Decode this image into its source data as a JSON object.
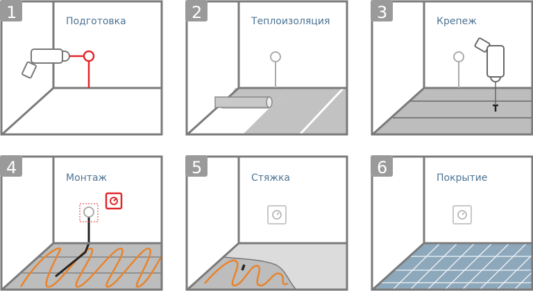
{
  "steps": [
    {
      "number": "1",
      "title": "Подготовка"
    },
    {
      "number": "2",
      "title": "Теплоизоляция"
    },
    {
      "number": "3",
      "title": "Крепеж"
    },
    {
      "number": "4",
      "title": "Монтаж"
    },
    {
      "number": "5",
      "title": "Стяжка"
    },
    {
      "number": "6",
      "title": "Покрытие"
    }
  ],
  "colors": {
    "badge": "#9a9a9a",
    "title": "#4c7393",
    "accent_red": "#e0262b",
    "cable": "#e8832a",
    "tile": "#8ea8bb",
    "floor": "#bdbdbd"
  }
}
